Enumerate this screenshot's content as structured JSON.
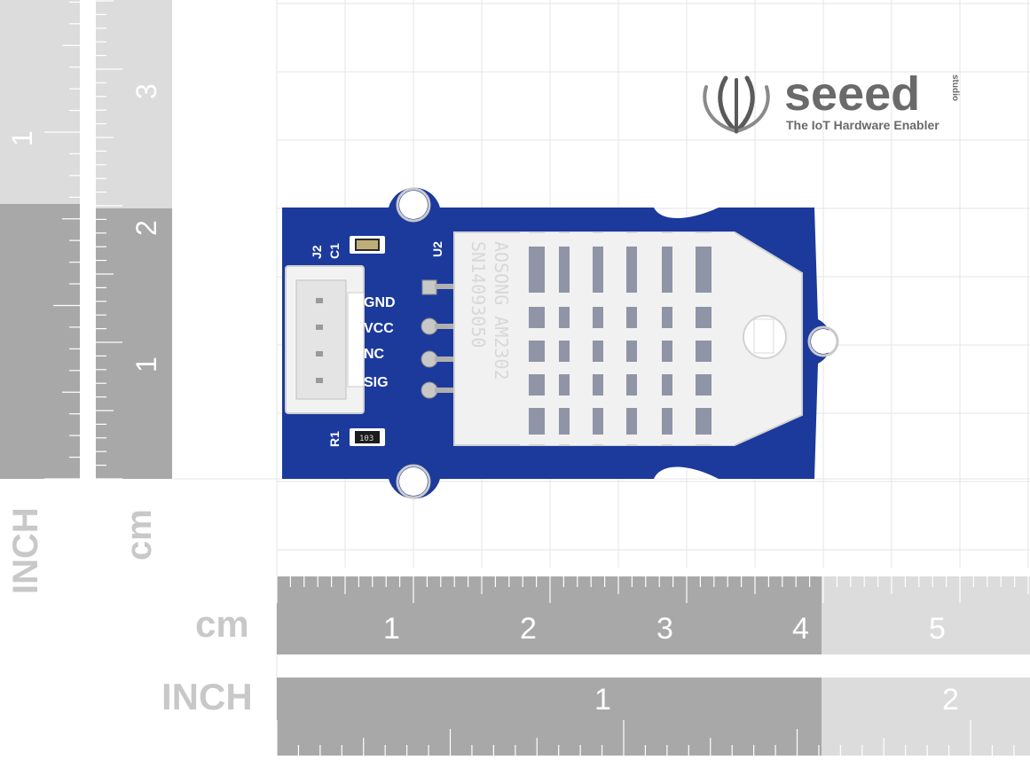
{
  "logo": {
    "brand": "seeed",
    "sub": "studio",
    "tagline": "The IoT Hardware Enabler"
  },
  "board": {
    "pins": [
      "GND",
      "VCC",
      "NC",
      "SIG"
    ],
    "refs": {
      "j2": "J2",
      "c1": "C1",
      "u2": "U2",
      "r1": "R1"
    },
    "resistor_code": "103",
    "sensor_line1": "AOSONG AM2302",
    "sensor_line2": "SN14093050"
  },
  "rulers": {
    "left_cm_numbers": [
      "3",
      "2",
      "1"
    ],
    "left_inch_numbers": [
      "1"
    ],
    "left_cm_unit": "cm",
    "left_inch_unit": "INCH",
    "bottom_cm_unit": "cm",
    "bottom_inch_unit": "INCH",
    "bottom_cm_numbers": [
      "1",
      "2",
      "3",
      "4",
      "5"
    ],
    "bottom_inch_numbers": [
      "1",
      "2"
    ]
  },
  "colors": {
    "pcb": "#1c3a9c",
    "ruler_dark": "#a8a8a8",
    "ruler_light": "#dcdcdc",
    "grid": "#e2e2e2"
  }
}
